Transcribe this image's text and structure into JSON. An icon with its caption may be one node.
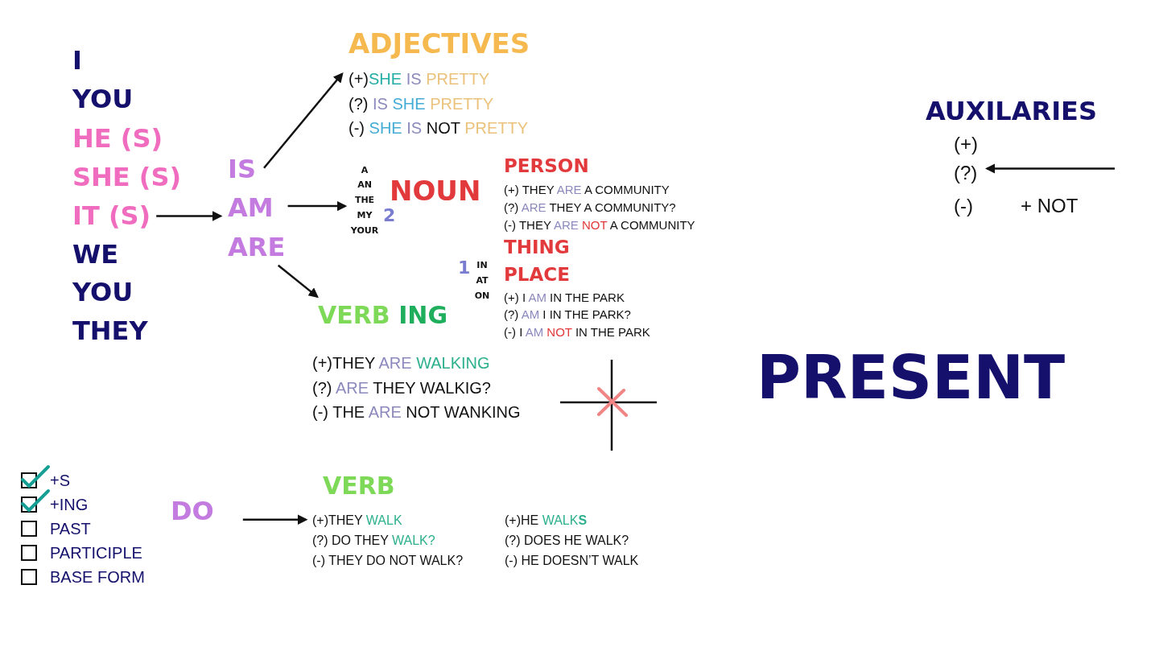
{
  "diagram": {
    "title": "PRESENT",
    "nodes": [
      {
        "text": [
          "IT (S)"
        ]
      },
      {
        "text": [
          "IS"
        ]
      },
      {
        "text": [
          "AM"
        ]
      },
      {
        "text": [
          "ARE"
        ]
      },
      {
        "text": [
          "ADJECTIVES",
          "(+)SHE IS PRETTY",
          "(?) IS SHE PRETTY",
          "(-) SHE IS NOT PRETTY"
        ]
      },
      {
        "text": [
          "A",
          "AN",
          "THE",
          "MY",
          "YOUR"
        ]
      },
      {
        "text": [
          "VERB ING",
          "(+)THEY ARE WALKING",
          "(?) ARE THEY WALKIG?",
          "(-) THE ARE NOT WANKING"
        ]
      },
      {
        "text": [
          "DO"
        ]
      },
      {
        "text": [
          "VERB",
          "(+)THEY WALK",
          "(?) DO THEY WALK?",
          "(-) THEY DO NOT WALK?",
          "(+)HE WALK**S**",
          "(?) DOES HE WALK?",
          "(-) HE DOESN’T WALK"
        ]
      },
      {
        "text": [
          "(?)"
        ]
      }
    ],
    "edges": [
      {
        "from": 0,
        "to": 2,
        "arrow": "to"
      },
      {
        "from": 1,
        "to": 4,
        "arrow": "to"
      },
      {
        "from": 2,
        "to": 5,
        "arrow": "to"
      },
      {
        "from": 3,
        "to": 6,
        "arrow": "to"
      },
      {
        "from": 7,
        "to": 8,
        "arrow": "to"
      },
      {
        "from": null,
        "to": 9,
        "arrow": "to"
      }
    ],
    "labels": [
      "I",
      "YOU",
      "HE (S)",
      "SHE (S)",
      "WE",
      "YOU",
      "THEY",
      "NOUN",
      "2",
      "PERSON",
      "(+) THEY ARE A COMMUNITY",
      "(?) ARE THEY A COMMUNITY?",
      "(-) THEY ARE NOT A COMMUNITY",
      "THING",
      "1",
      "IN",
      "AT",
      "ON",
      "PLACE",
      "(+) I AM IN THE PARK",
      "(?) AM I IN THE PARK?",
      "(-) I AM NOT IN THE PARK",
      "AUXILARIES",
      "(+)",
      "(-)",
      "+ NOT",
      "+S",
      "+ING",
      "PAST",
      "PARTICIPLE",
      "BASE FORM"
    ]
  }
}
